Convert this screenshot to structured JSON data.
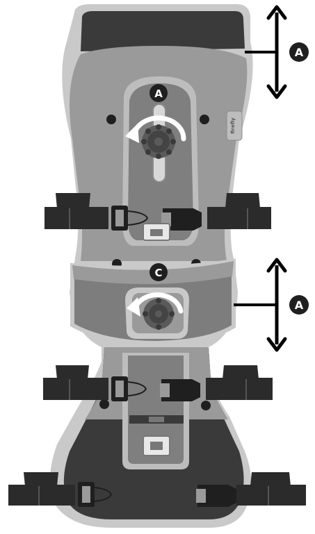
{
  "callouts": {
    "top_label": "A",
    "upper_knob_label": "A",
    "lower_knob_label": "C",
    "bottom_label": "A"
  },
  "brand_tag": "firefly",
  "colors": {
    "outline": "#c9c9c9",
    "shell_light": "#9a9a9a",
    "shell_mid": "#7d7d7d",
    "shell_dark": "#3a3a3a",
    "strap": "#2b2b2b",
    "badge": "#1f1f1f",
    "arrow": "#000000"
  }
}
